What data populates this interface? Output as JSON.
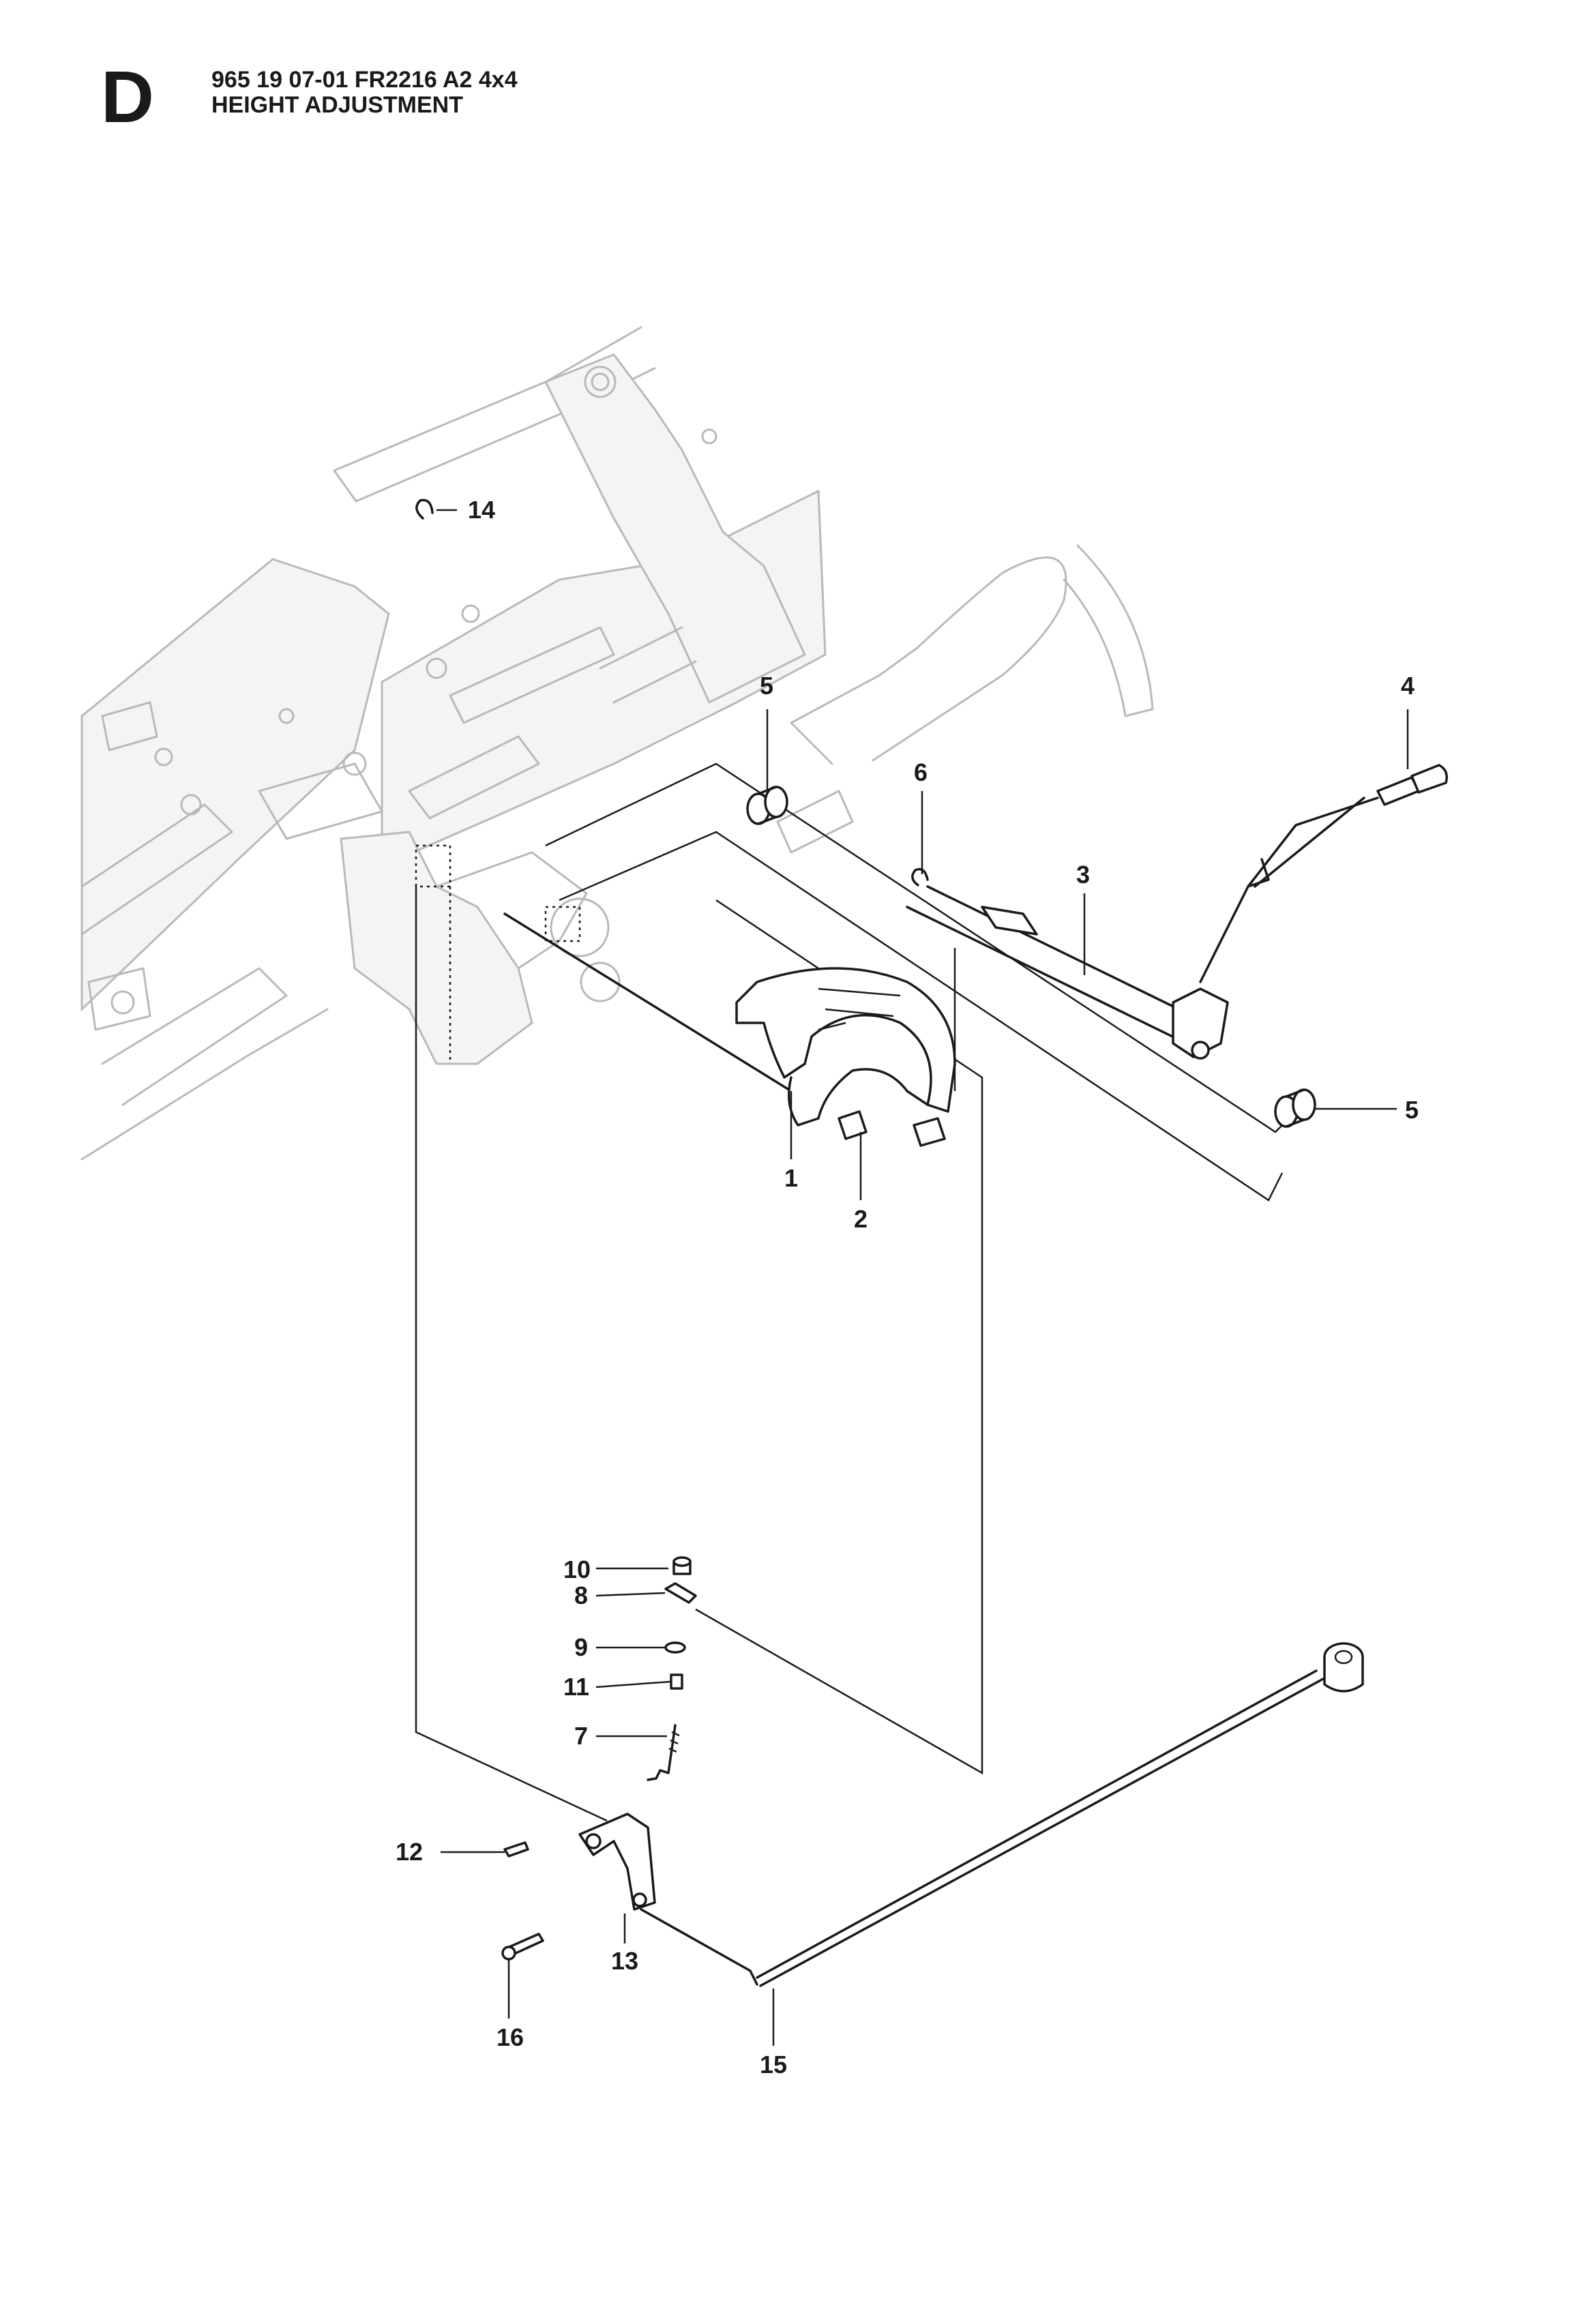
{
  "header": {
    "section_letter": "D",
    "model_line": "965 19 07-01 FR2216 A2 4x4",
    "title": "HEIGHT ADJUSTMENT"
  },
  "callouts": [
    {
      "id": "c14",
      "label": "14"
    },
    {
      "id": "c5a",
      "label": "5"
    },
    {
      "id": "c4",
      "label": "4"
    },
    {
      "id": "c6",
      "label": "6"
    },
    {
      "id": "c3",
      "label": "3"
    },
    {
      "id": "c5b",
      "label": "5"
    },
    {
      "id": "c1",
      "label": "1"
    },
    {
      "id": "c2",
      "label": "2"
    },
    {
      "id": "c10",
      "label": "10"
    },
    {
      "id": "c8",
      "label": "8"
    },
    {
      "id": "c9",
      "label": "9"
    },
    {
      "id": "c11",
      "label": "11"
    },
    {
      "id": "c7",
      "label": "7"
    },
    {
      "id": "c12",
      "label": "12"
    },
    {
      "id": "c13",
      "label": "13"
    },
    {
      "id": "c16",
      "label": "16"
    },
    {
      "id": "c15",
      "label": "15"
    }
  ]
}
